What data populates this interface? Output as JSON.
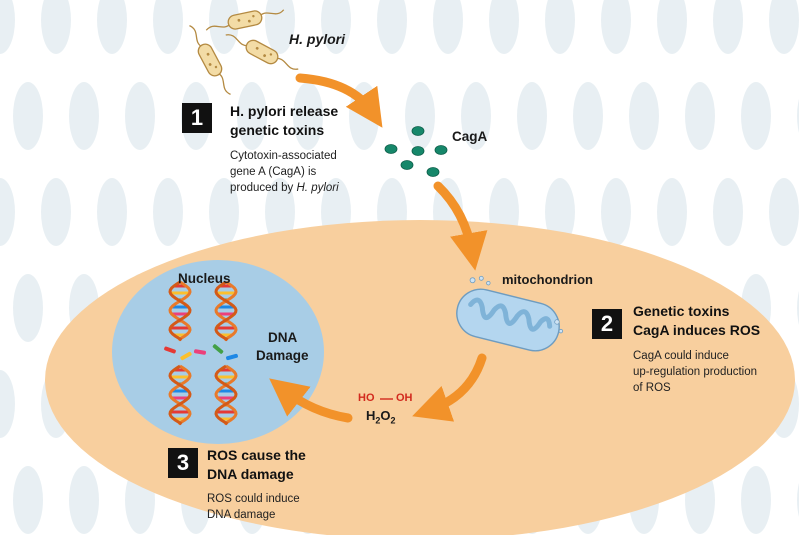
{
  "colors": {
    "background_blob": "#d6e3ea",
    "cell": "#f8cf9e",
    "cell_edge": "#f0b878",
    "nucleus": "#a8cde6",
    "arrow": "#f2922a",
    "cagA": "#16876a",
    "mitochondrion": "#b4d6ef",
    "mito_inner": "#7fb3d8",
    "bacterium": "#f3dca6",
    "bacterium_edge": "#b48a42",
    "badge": "#111111",
    "oxygen_label": "#d22a1e"
  },
  "bacteria": {
    "label": "H. pylori"
  },
  "step1": {
    "number": "1",
    "title_line1": "H. pylori release",
    "title_line2": "genetic toxins",
    "desc_line1": "Cytotoxin-associated",
    "desc_line2": "gene A (CagA) is",
    "desc_line3_prefix": "produced by ",
    "desc_line3_italic": "H. pylori"
  },
  "cagA": {
    "label": "CagA"
  },
  "mitochondrion": {
    "label": "mitochondrion"
  },
  "step2": {
    "number": "2",
    "title_line1": "Genetic toxins",
    "title_line2": "CagA  induces ROS",
    "desc_line1": "CagA could induce",
    "desc_line2": "up-regulation production",
    "desc_line3": "of ROS"
  },
  "h2o2": {
    "ho_left": "HO",
    "oh_right": "OH",
    "formula_h": "H",
    "formula_sub1": "2",
    "formula_o": "O",
    "formula_sub2": "2"
  },
  "nucleus": {
    "label": "Nucleus",
    "damage_line1": "DNA",
    "damage_line2": "Damage"
  },
  "step3": {
    "number": "3",
    "title_line1": "ROS cause the",
    "title_line2": "DNA damage",
    "desc_line1": "ROS could induce",
    "desc_line2": "DNA damage"
  }
}
